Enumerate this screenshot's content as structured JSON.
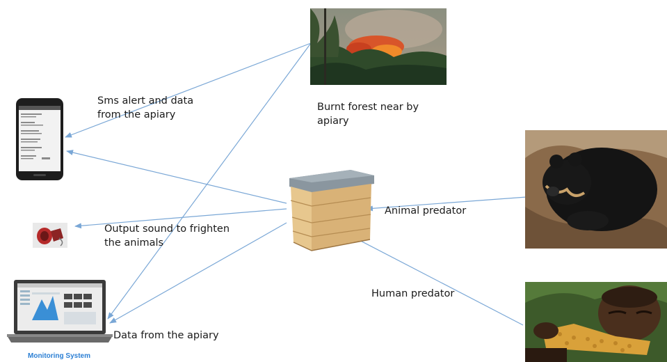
{
  "labels": {
    "sms": "Sms alert and data\nfrom the apiary",
    "forest": "Burnt forest near by\napiary",
    "animal": "Animal  predator",
    "sound": "Output sound to frighten\nthe animals",
    "human": "Human predator",
    "data": "Data from the apiary",
    "monitoring": "Monitoring System"
  },
  "colors": {
    "arrow": "#7aa7d6"
  },
  "icons": {
    "phone": "smartphone-icon",
    "speaker": "alarm-speaker-icon",
    "laptop": "laptop-icon",
    "hive": "beehive-icon",
    "fire": "forest-fire-photo",
    "bear": "bear-photo",
    "human": "human-predator-photo"
  }
}
